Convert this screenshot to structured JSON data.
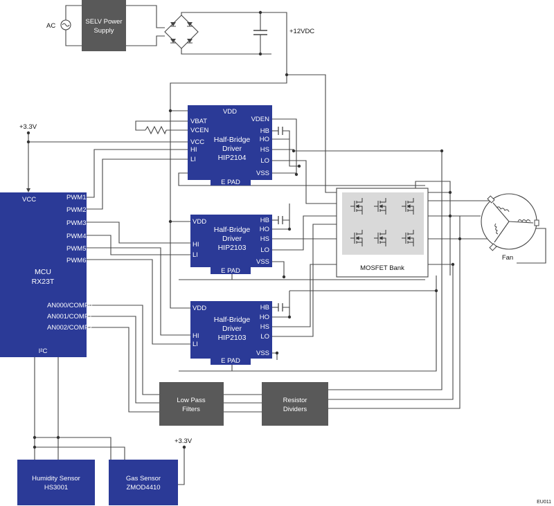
{
  "power": {
    "ac": "AC",
    "selv": [
      "SELV Power",
      "Supply"
    ],
    "v12": "+12VDC",
    "v33_top": "+3.3V",
    "v33_bottom": "+3.3V"
  },
  "mcu": {
    "vcc": "VCC",
    "pwm": [
      "PWM1",
      "PWM2",
      "PWM3",
      "PWM4",
      "PWM5",
      "PWM6"
    ],
    "name": "MCU",
    "part": "RX23T",
    "an": [
      "AN000/COMP0",
      "AN001/COMP1",
      "AN002/COMP2"
    ],
    "i2c": "I²C"
  },
  "driver1": {
    "vdd": "VDD",
    "left": [
      "VBAT",
      "VCEN",
      "VCC",
      "HI",
      "LI"
    ],
    "right": [
      "VDEN",
      "HB",
      "HO",
      "HS",
      "LO",
      "VSS"
    ],
    "title": [
      "Half-Bridge",
      "Driver",
      "HIP2104"
    ],
    "epad": "E PAD"
  },
  "driver2": {
    "vdd": "VDD",
    "left": [
      "HI",
      "LI"
    ],
    "right": [
      "HB",
      "HO",
      "HS",
      "LO",
      "VSS"
    ],
    "title": [
      "Half-Bridge",
      "Driver",
      "HIP2103"
    ],
    "epad": "E PAD"
  },
  "driver3": {
    "vdd": "VDD",
    "left": [
      "HI",
      "LI"
    ],
    "right": [
      "HB",
      "HO",
      "HS",
      "LO",
      "VSS"
    ],
    "title": [
      "Half-Bridge",
      "Driver",
      "HIP2103"
    ],
    "epad": "E PAD"
  },
  "mosfet": {
    "label": "MOSFET Bank"
  },
  "fan": {
    "label": "Fan"
  },
  "lpf": {
    "title": [
      "Low Pass",
      "Filters"
    ]
  },
  "rdiv": {
    "title": [
      "Resistor",
      "Dividers"
    ]
  },
  "humidity": {
    "title": [
      "Humidity Sensor",
      "HS3001"
    ]
  },
  "gas": {
    "title": [
      "Gas Sensor",
      "ZMOD4410"
    ]
  },
  "figure_id": "EU011"
}
